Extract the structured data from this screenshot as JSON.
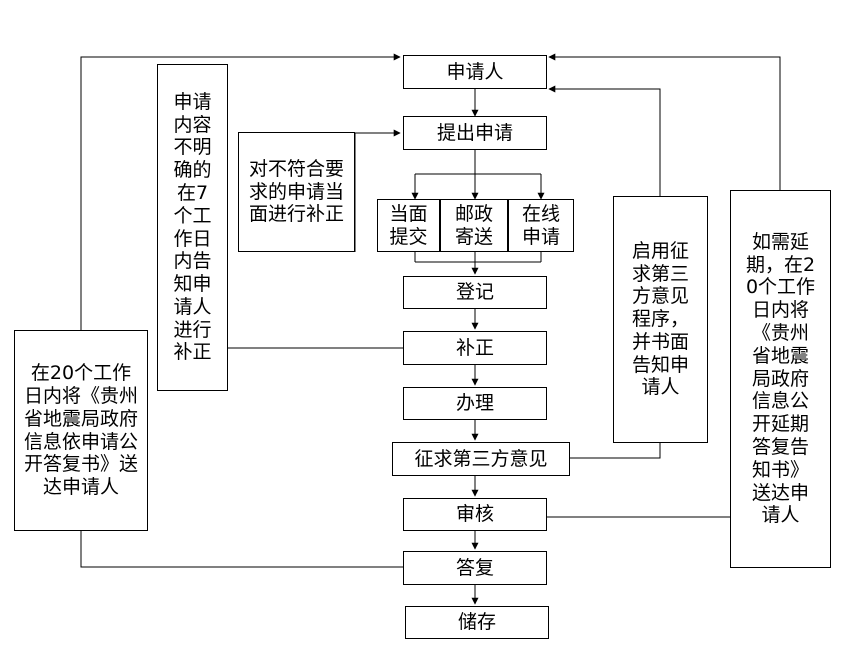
{
  "nodes": {
    "applicant": "申请人",
    "submit": "提出申请",
    "inperson": "当面提交",
    "mail": "邮政寄送",
    "online": "在线申请",
    "register": "登记",
    "supplement": "补正",
    "process": "办理",
    "third_party": "征求第三方意见",
    "review": "审核",
    "reply": "答复",
    "storage": "储存"
  },
  "notes": {
    "unclear": "申请内容不明确的在7个工作日内告知申请人进行补正",
    "noncompliant": "对不符合要求的申请当面进行补正",
    "deliver_reply": "在20个工作日内将《贵州省地震局政府信息依申请公开答复书》送达申请人",
    "third_party_notice": "启用征求第三方意见程序，并书面告知申请人",
    "extension": "如需延期，在20个工作日内将《贵州省地震局政府信息公开延期答复告知书》送达申请人"
  }
}
